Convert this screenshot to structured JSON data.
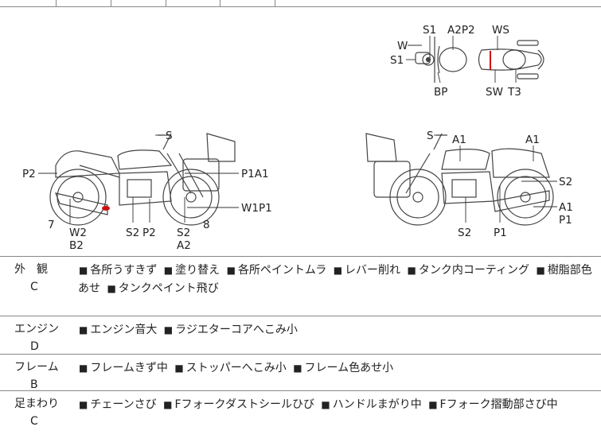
{
  "diagram_labels": {
    "top": [
      "S1",
      "A2P2",
      "WS",
      "W",
      "S1",
      "BP",
      "SW",
      "T3"
    ],
    "left": [
      "S",
      "P2",
      "P1A1",
      "W1P1",
      "7",
      "W2",
      "B2",
      "S2",
      "P2",
      "S2",
      "A2",
      "8"
    ],
    "right": [
      "S",
      "A1",
      "A1",
      "S2",
      "A1",
      "P1",
      "S2",
      "P1"
    ]
  },
  "rows": [
    {
      "category": "外　観",
      "grade": "C",
      "items": [
        "各所うすきず",
        "塗り替え",
        "各所ペイントムラ",
        "レバー削れ",
        "タンク内コーティング",
        "樹脂部色あせ",
        "タンクペイント飛び"
      ]
    },
    {
      "category": "エンジン",
      "grade": "D",
      "items": [
        "エンジン音大",
        "ラジエターコアへこみ小"
      ]
    },
    {
      "category": "フレーム",
      "grade": "B",
      "items": [
        "フレームきず中",
        "ストッパーへこみ小",
        "フレーム色あせ小"
      ]
    },
    {
      "category": "足まわり",
      "grade": "C",
      "items": [
        "チェーンさび",
        "Fフォークダストシールひび",
        "ハンドルまがり中",
        "Fフォーク摺動部さび中"
      ]
    }
  ],
  "colors": {
    "mark": "#cc1111",
    "line": "#444444"
  }
}
